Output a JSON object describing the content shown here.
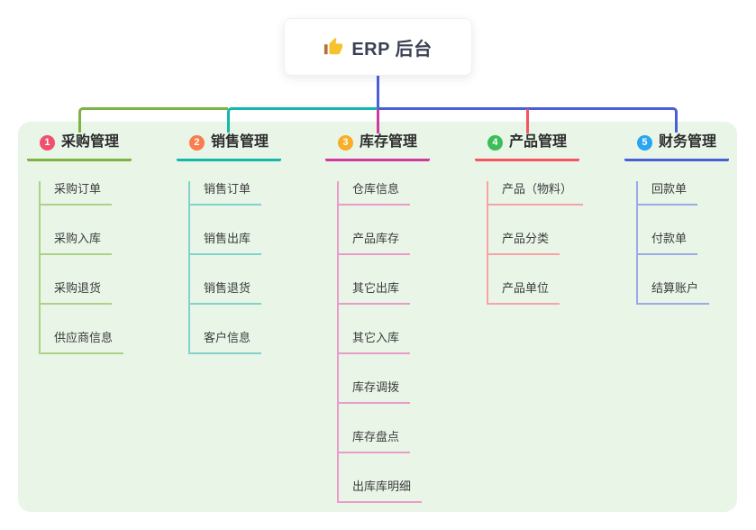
{
  "root": {
    "title": "ERP 后台",
    "icon": "thumbs-up-icon",
    "connector_color": "#4a5fd6",
    "background": "#ffffff"
  },
  "panel": {
    "background": "#e8f5e7"
  },
  "connector_colors": {
    "purchase": "#7cb342",
    "sales": "#14b8ab",
    "inventory": "#cf3aa0",
    "product": "#f3565e",
    "finance": "#4a5fd6"
  },
  "branches": [
    {
      "number": "1",
      "title": "采购管理",
      "badge_color": "#f0506e",
      "line_color": "#7cb342",
      "child_line_color": "#abd287",
      "children": [
        "采购订单",
        "采购入库",
        "采购退货",
        "供应商信息"
      ]
    },
    {
      "number": "2",
      "title": "销售管理",
      "badge_color": "#fa7d4e",
      "line_color": "#14b8ab",
      "child_line_color": "#82d3ca",
      "children": [
        "销售订单",
        "销售出库",
        "销售退货",
        "客户信息"
      ]
    },
    {
      "number": "3",
      "title": "库存管理",
      "badge_color": "#f9ad29",
      "line_color": "#cf3aa0",
      "child_line_color": "#ea9cc9",
      "children": [
        "仓库信息",
        "产品库存",
        "其它出库",
        "其它入库",
        "库存调拨",
        "库存盘点",
        "出库库明细"
      ]
    },
    {
      "number": "4",
      "title": "产品管理",
      "badge_color": "#3bbd58",
      "line_color": "#f3565e",
      "child_line_color": "#f8a3a6",
      "children": [
        "产品（物料）",
        "产品分类",
        "产品单位"
      ]
    },
    {
      "number": "5",
      "title": "财务管理",
      "badge_color": "#2aa5ef",
      "line_color": "#4a5fd6",
      "child_line_color": "#9aabe6",
      "children": [
        "回款单",
        "付款单",
        "结算账户"
      ]
    }
  ]
}
